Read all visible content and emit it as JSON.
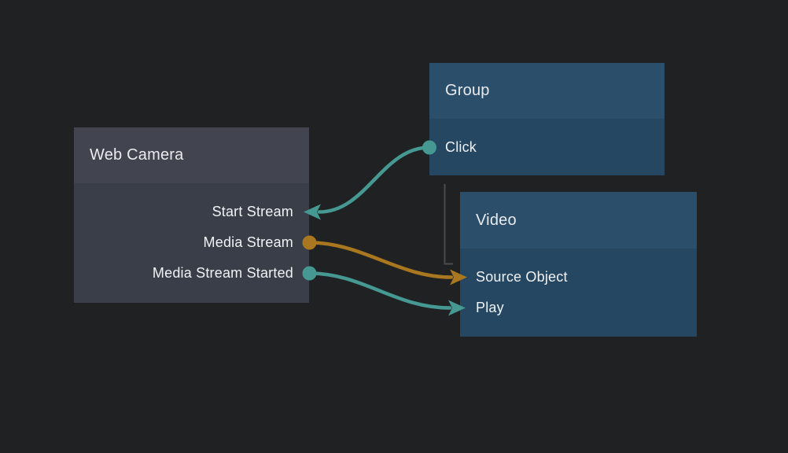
{
  "editor": {
    "background": "#202122"
  },
  "colors": {
    "teal": "#469892",
    "orange": "#a9771f",
    "group_line": "#4a4b4c",
    "webcam_header": "#42454f",
    "webcam_body": "#3a3e48",
    "blue_header": "#2b4e6a",
    "blue_body": "#264761",
    "text": "#f0f2f4"
  },
  "nodes": {
    "webcam": {
      "title": "Web Camera",
      "ports": [
        {
          "label": "Start Stream",
          "connector": "teal-arrow-in"
        },
        {
          "label": "Media Stream",
          "connector": "orange-dot-out"
        },
        {
          "label": "Media Stream Started",
          "connector": "teal-dot-out"
        }
      ]
    },
    "group": {
      "title": "Group",
      "ports": [
        {
          "label": "Click",
          "connector": "teal-dot-out"
        }
      ]
    },
    "video": {
      "title": "Video",
      "ports": [
        {
          "label": "Source Object",
          "connector": "orange-arrow-in"
        },
        {
          "label": "Play",
          "connector": "teal-arrow-in"
        }
      ]
    }
  },
  "connections": [
    {
      "from": "Group / Click",
      "to": "Web Camera / Start Stream",
      "color": "#469892"
    },
    {
      "from": "Web Camera / Media Stream",
      "to": "Video / Source Object",
      "color": "#a9771f"
    },
    {
      "from": "Web Camera / Media Stream Started",
      "to": "Video / Play",
      "color": "#469892"
    },
    {
      "from": "Group (bottom)",
      "to": "Video (attach line)",
      "color": "#4a4b4c"
    }
  ]
}
